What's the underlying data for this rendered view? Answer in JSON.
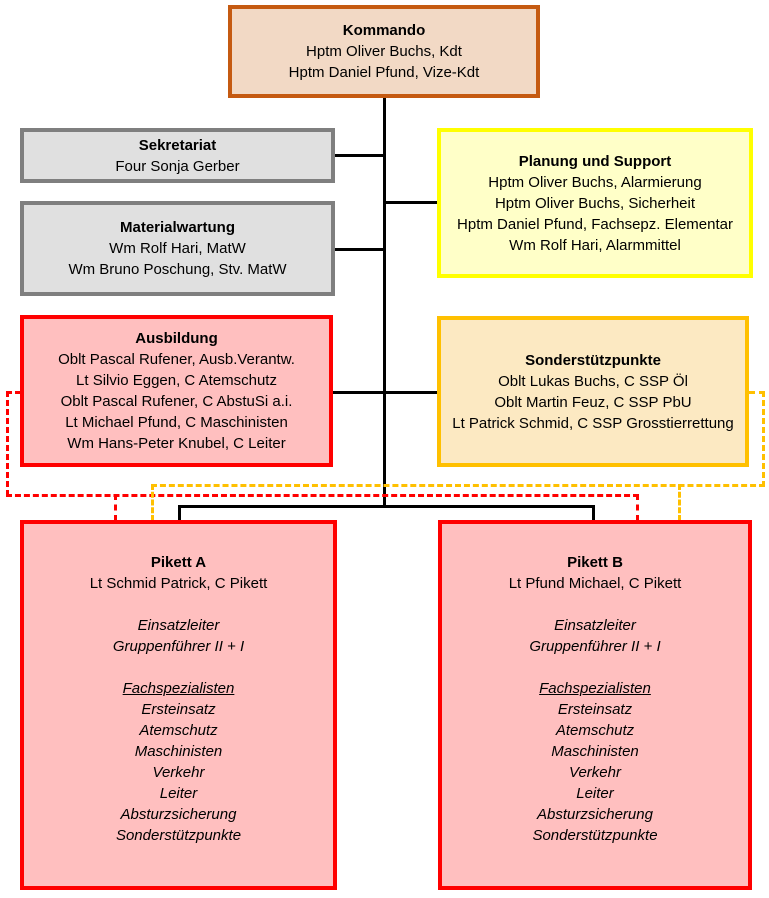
{
  "colors": {
    "kommando_fill": "#F2D9C5",
    "kommando_border": "#C55A11",
    "gray_fill": "#E0E0E0",
    "gray_border": "#7F7F7F",
    "yellow_fill": "#FFFFC8",
    "yellow_border": "#FFFF00",
    "pink_fill": "#FFBFBF",
    "red_border": "#FF0000",
    "cream_fill": "#FCE9C2",
    "amber_border": "#FFC000",
    "connector_black": "#000000"
  },
  "boxes": {
    "kommando": {
      "title": "Kommando",
      "lines": [
        "Hptm Oliver Buchs, Kdt",
        "Hptm Daniel Pfund, Vize-Kdt"
      ]
    },
    "sekretariat": {
      "title": "Sekretariat",
      "lines": [
        "Four Sonja Gerber"
      ]
    },
    "materialwartung": {
      "title": "Materialwartung",
      "lines": [
        "Wm Rolf Hari, MatW",
        "Wm Bruno Poschung, Stv. MatW"
      ]
    },
    "planung_support": {
      "title": "Planung und Support",
      "lines": [
        "Hptm Oliver Buchs, Alarmierung",
        "Hptm Oliver Buchs, Sicherheit",
        "Hptm Daniel Pfund, Fachsepz. Elementar",
        "Wm Rolf Hari, Alarmmittel"
      ]
    },
    "ausbildung": {
      "title": "Ausbildung",
      "lines": [
        "Oblt Pascal Rufener, Ausb.Verantw.",
        "Lt Silvio Eggen, C Atemschutz",
        "Oblt Pascal Rufener, C AbstuSi a.i.",
        "Lt Michael Pfund, C Maschinisten",
        "Wm Hans-Peter Knubel, C Leiter"
      ]
    },
    "sonderstuetzpunkte": {
      "title": "Sonderstützpunkte",
      "lines": [
        "Oblt Lukas Buchs, C SSP Öl",
        "Oblt Martin Feuz, C SSP PbU",
        "Lt Patrick Schmid, C SSP Grosstierrettung"
      ]
    },
    "pikett_a": {
      "title": "Pikett A",
      "leader": "Lt Schmid Patrick, C Pikett",
      "roles": [
        "Einsatzleiter",
        "Gruppenführer II + I"
      ],
      "specialists_heading": "Fachspezialisten",
      "specialists": [
        "Ersteinsatz",
        "Atemschutz",
        "Maschinisten",
        "Verkehr",
        "Leiter",
        "Absturzsicherung",
        "Sonderstützpunkte"
      ]
    },
    "pikett_b": {
      "title": "Pikett B",
      "leader": "Lt Pfund Michael, C Pikett",
      "roles": [
        "Einsatzleiter",
        "Gruppenführer II + I"
      ],
      "specialists_heading": "Fachspezialisten",
      "specialists": [
        "Ersteinsatz",
        "Atemschutz",
        "Maschinisten",
        "Verkehr",
        "Leiter",
        "Absturzsicherung",
        "Sonderstützpunkte"
      ]
    }
  }
}
